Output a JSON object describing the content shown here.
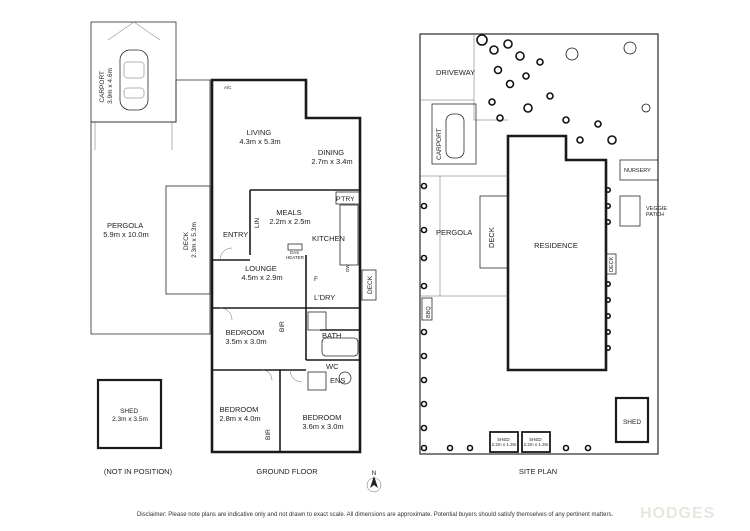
{
  "floor_plan": {
    "carport": "CARPORT\n3.9m x 4.6m",
    "pergola": "PERGOLA\n5.9m x 10.0m",
    "deck_main": "DECK\n2.3m x 5.3m",
    "entry": "ENTRY",
    "living": "LIVING\n4.3m x 5.3m",
    "dining": "DINING\n2.7m x 3.4m",
    "ac": "A/C",
    "meals": "MEALS\n2.2m x 2.5m",
    "lin": "LIN",
    "ptry": "P'TRY",
    "kitchen": "KITCHEN",
    "heater": "GAS\nHEATER",
    "dw": "DW",
    "fridge": "F",
    "lounge": "LOUNGE\n4.5m x 2.9m",
    "laundry": "L'DRY",
    "deck_small": "DECK",
    "bedroom1": "BEDROOM\n3.5m x 3.0m",
    "bir1": "BIR",
    "bath": "BATH",
    "wc": "WC",
    "ens": "ENS",
    "bedroom2": "BEDROOM\n2.8m x 4.0m",
    "bir2": "BIR",
    "bedroom3": "BEDROOM\n3.6m x 3.0m",
    "shed": "SHED\n2.3m x 3.5m",
    "not_in_position": "(NOT IN POSITION)",
    "ground_floor": "GROUND FLOOR"
  },
  "site_plan": {
    "driveway": "DRIVEWAY",
    "carport": "CARPORT",
    "nursery": "NURSERY",
    "veggie_patch": "VEGGIE\nPATCH",
    "pergola": "PERGOLA",
    "deck": "DECK",
    "residence": "RESIDENCE",
    "deck_side": "DECK",
    "bbq": "BBQ",
    "shed_large": "SHED",
    "shed_small_1": "SHED\n2.2m x 1.3m",
    "shed_small_2": "SHED\n2.2m x 1.3m",
    "title": "SITE PLAN"
  },
  "north": "N",
  "disclaimer": "Disclaimer: Please note plans are indicative only and not drawn to exact scale. All dimensions are approximate. Potential buyers should satisfy themselves of any pertinent matters.",
  "watermark": "HODGES"
}
